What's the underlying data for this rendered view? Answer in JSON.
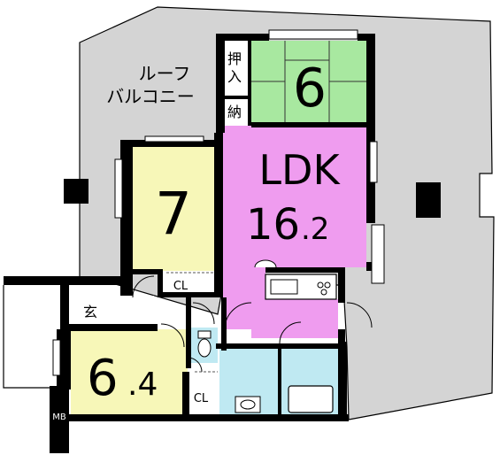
{
  "floorplan": {
    "roof_balcony_line1": "ルーフ",
    "roof_balcony_line2": "バルコニー",
    "rooms": {
      "washitsu": {
        "size": "6"
      },
      "western_7": {
        "size": "7"
      },
      "ldk": {
        "name": "LDK",
        "size_whole": "16",
        "size_decimal": ".2"
      },
      "western_64": {
        "size_whole": "6",
        "size_decimal": ".4"
      }
    },
    "labels": {
      "oshiire_1": "押",
      "oshiire_2": "入",
      "storage": "納",
      "closet_1": "CL",
      "closet_2": "CL",
      "entrance": "玄",
      "meter_box": "MB"
    },
    "colors": {
      "balcony": "#d4d4d4",
      "washitsu": "#a8e8a0",
      "western": "#f7f7b8",
      "ldk": "#ef9cef",
      "wet_area": "#bfe9f2",
      "wall": "#000000"
    }
  }
}
